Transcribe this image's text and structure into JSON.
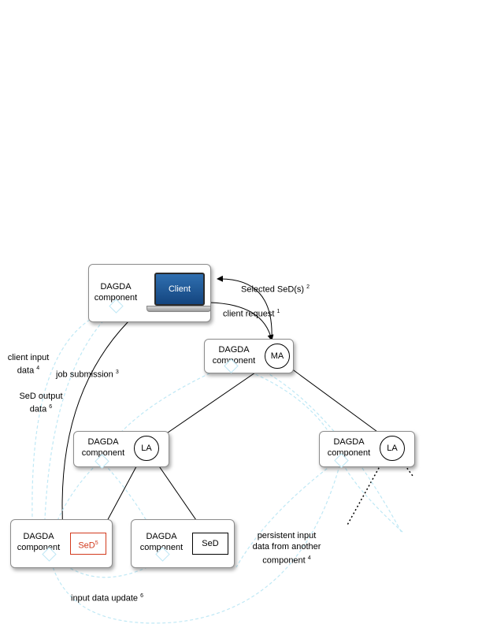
{
  "components": {
    "client_box": {
      "dagda": "DAGDA",
      "component": "component",
      "client": "Client"
    },
    "ma_box": {
      "dagda": "DAGDA",
      "component": "component",
      "node": "MA"
    },
    "la_left_box": {
      "dagda": "DAGDA",
      "component": "component",
      "node": "LA"
    },
    "la_right_box": {
      "dagda": "DAGDA",
      "component": "component",
      "node": "LA"
    },
    "sed_left_box": {
      "dagda": "DAGDA",
      "component": "component",
      "sed": "SeD",
      "sed_sup": "5"
    },
    "sed_right_box": {
      "dagda": "DAGDA",
      "component": "component",
      "sed": "SeD"
    }
  },
  "edge_labels": {
    "selected_sed": {
      "text": "Selected SeD(s)",
      "sup": "2"
    },
    "client_request": {
      "text": "client request",
      "sup": "1"
    },
    "job_submission": {
      "text": "job submission",
      "sup": "3"
    },
    "client_input_1": "client input",
    "client_input_2": "data",
    "client_input_sup": "4",
    "sed_output_1": "SeD output",
    "sed_output_2": "data",
    "sed_output_sup": "6",
    "persistent_1": "persistent input",
    "persistent_2": "data from another",
    "persistent_3": "component",
    "persistent_sup": "4",
    "input_update": {
      "text": "input data update",
      "sup": "6"
    }
  },
  "colors": {
    "dashed_data": "#bfe8f5",
    "sed_highlight": "#d23a1d"
  }
}
